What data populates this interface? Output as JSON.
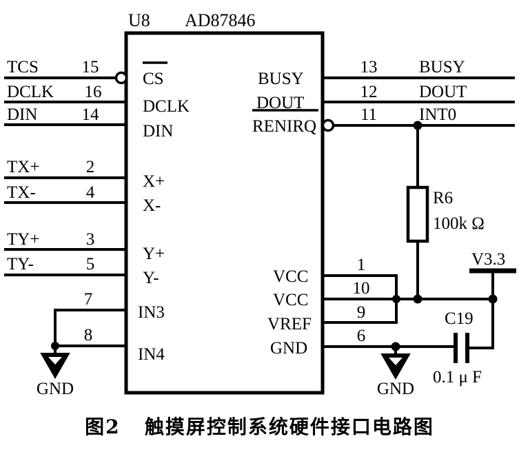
{
  "figure": {
    "caption": "图2   触摸屏控制系统硬件接口电路图",
    "colors": {
      "ink": "#000000",
      "background": "#ffffff"
    }
  },
  "chip": {
    "designator": "U8",
    "part_number": "AD87846",
    "left_pins": [
      {
        "pin": "15",
        "net": "TCS",
        "name": "CS",
        "inverted": true,
        "bubble": true
      },
      {
        "pin": "16",
        "net": "DCLK",
        "name": "DCLK",
        "inverted": false,
        "bubble": false
      },
      {
        "pin": "14",
        "net": "DIN",
        "name": "DIN",
        "inverted": false,
        "bubble": false
      },
      {
        "pin": "2",
        "net": "TX+",
        "name": "X+",
        "inverted": false,
        "bubble": false
      },
      {
        "pin": "4",
        "net": "TX-",
        "name": "X-",
        "inverted": false,
        "bubble": false
      },
      {
        "pin": "3",
        "net": "TY+",
        "name": "Y+",
        "inverted": false,
        "bubble": false
      },
      {
        "pin": "5",
        "net": "TY-",
        "name": "Y-",
        "inverted": false,
        "bubble": false
      },
      {
        "pin": "7",
        "net": "GND",
        "name": "IN3",
        "inverted": false,
        "bubble": false
      },
      {
        "pin": "8",
        "net": "GND",
        "name": "IN4",
        "inverted": false,
        "bubble": false
      }
    ],
    "right_pins": [
      {
        "pin": "13",
        "net": "BUSY",
        "name": "BUSY",
        "inverted": false,
        "bubble": false
      },
      {
        "pin": "12",
        "net": "DOUT",
        "name": "DOUT",
        "inverted": false,
        "bubble": false
      },
      {
        "pin": "11",
        "net": "INT0",
        "name": "RENIRQ",
        "inverted": true,
        "bubble": true
      },
      {
        "pin": "1",
        "net": "V3.3",
        "name": "VCC",
        "inverted": false,
        "bubble": false
      },
      {
        "pin": "10",
        "net": "V3.3",
        "name": "VCC",
        "inverted": false,
        "bubble": false
      },
      {
        "pin": "9",
        "net": "V3.3",
        "name": "VREF",
        "inverted": false,
        "bubble": false
      },
      {
        "pin": "6",
        "net": "GND",
        "name": "GND",
        "inverted": false,
        "bubble": false
      }
    ]
  },
  "components": [
    {
      "ref": "R6",
      "type": "resistor",
      "value": "100k Ω",
      "net_a": "INT0",
      "net_b": "V3.3"
    },
    {
      "ref": "C19",
      "type": "capacitor",
      "value": "0.1 μ F",
      "net_a": "V3.3",
      "net_b": "GND"
    }
  ],
  "power_rails": [
    {
      "label": "V3.3",
      "type": "supply"
    }
  ],
  "ground_symbols": [
    {
      "label": "GND",
      "location": "left"
    },
    {
      "label": "GND",
      "location": "right"
    }
  ],
  "net_labels_left": [
    "TCS",
    "DCLK",
    "DIN",
    "TX+",
    "TX-",
    "TY+",
    "TY-"
  ],
  "net_labels_right": [
    "BUSY",
    "DOUT",
    "INT0"
  ],
  "pin_numbers_left": [
    "15",
    "16",
    "14",
    "2",
    "4",
    "3",
    "5",
    "7",
    "8"
  ],
  "pin_numbers_right": [
    "13",
    "12",
    "11",
    "1",
    "10",
    "9",
    "6"
  ]
}
